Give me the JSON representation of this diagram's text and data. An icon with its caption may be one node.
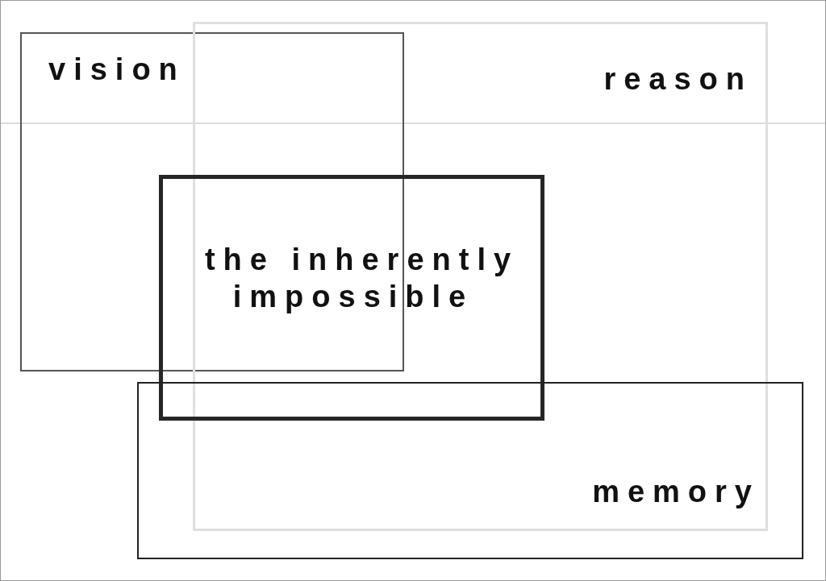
{
  "diagram": {
    "nodes": [
      {
        "text": [
          "vision"
        ]
      },
      {
        "text": [
          "reason"
        ]
      },
      {
        "text": [
          "the inherently impossible"
        ]
      },
      {
        "text": [
          "memory"
        ]
      }
    ]
  }
}
